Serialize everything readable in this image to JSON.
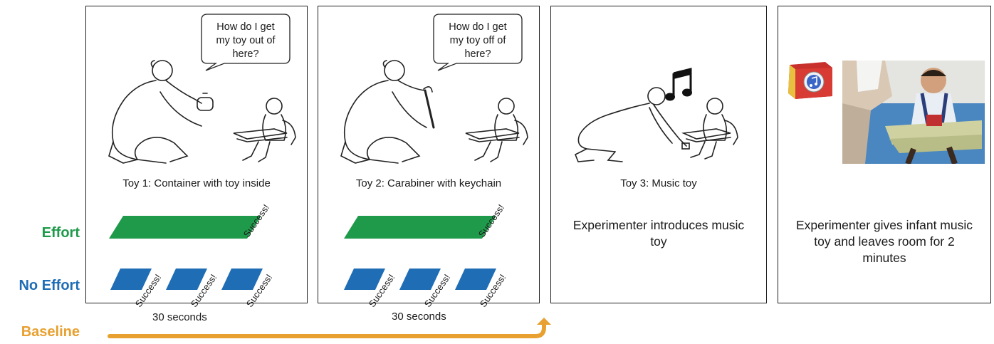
{
  "rows": {
    "effort": "Effort",
    "no_effort": "No Effort",
    "baseline": "Baseline"
  },
  "colors": {
    "effort": "#1f9a4a",
    "no_effort": "#1f6db5",
    "baseline": "#e8a030"
  },
  "panels": [
    {
      "bubble": [
        "How do I get",
        "my toy out of",
        "here?"
      ],
      "caption": "Toy 1: Container with toy inside",
      "effort_label": "Success!",
      "no_effort_labels": [
        "Success!",
        "Success!",
        "Success!"
      ],
      "duration": "30 seconds"
    },
    {
      "bubble": [
        "How do I get",
        "my toy off of",
        "here?"
      ],
      "caption": "Toy 2: Carabiner with keychain",
      "effort_label": "Success!",
      "no_effort_labels": [
        "Success!",
        "Success!",
        "Success!"
      ],
      "duration": "30 seconds"
    },
    {
      "caption": "Toy 3: Music toy",
      "description": "Experimenter introduces music toy"
    },
    {
      "description": "Experimenter gives infant music toy and leaves room for 2 minutes"
    }
  ]
}
